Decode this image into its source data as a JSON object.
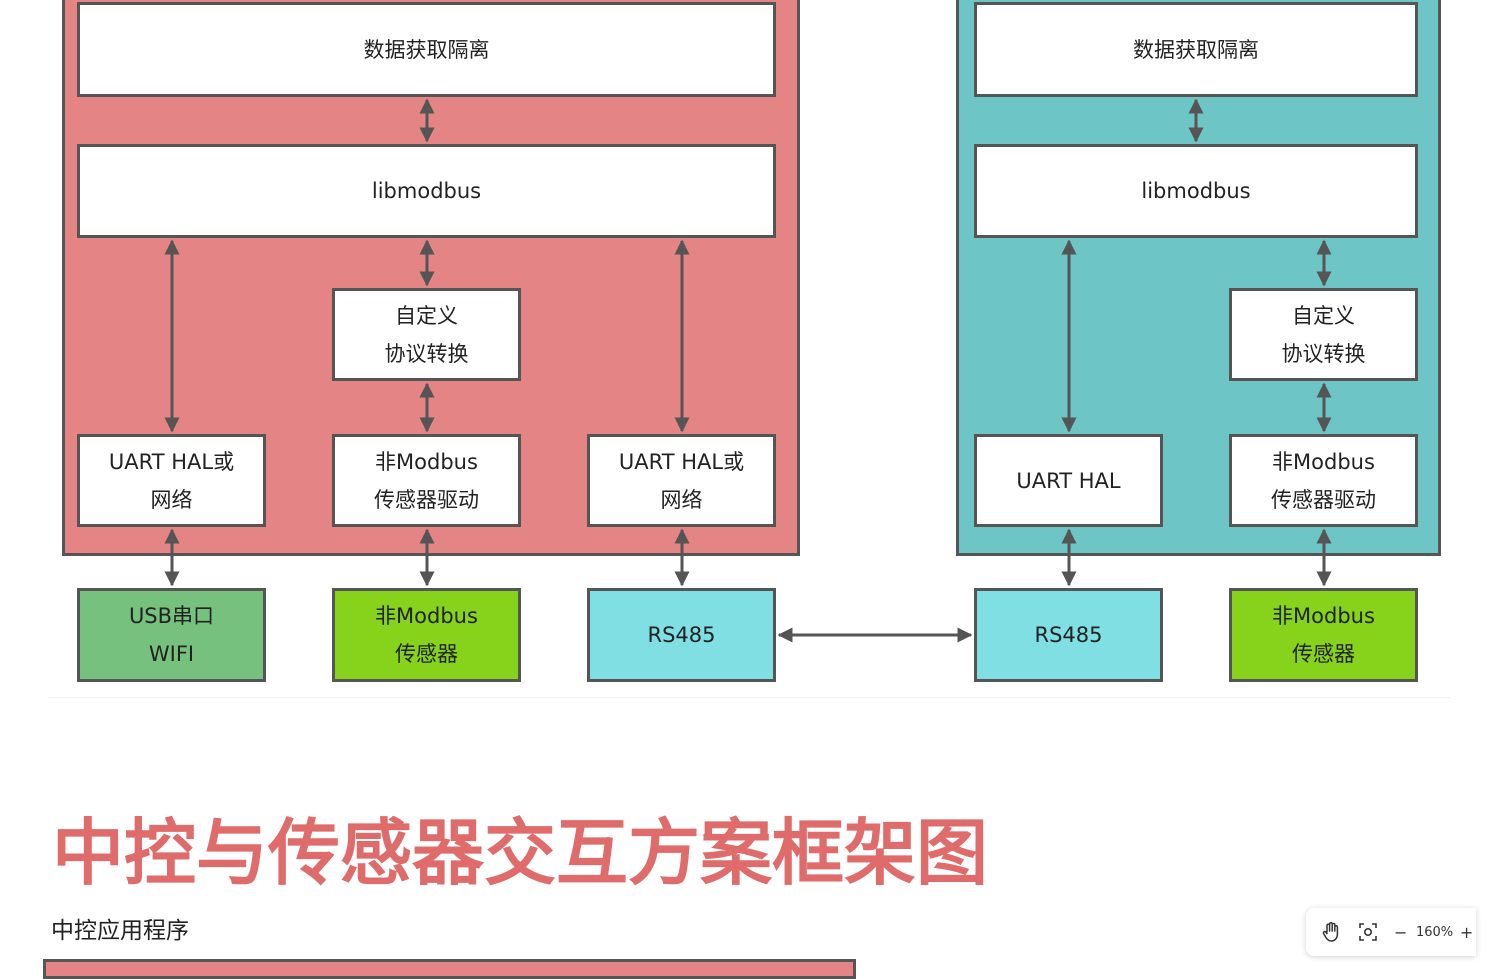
{
  "diagram": {
    "left": {
      "isolation_box": "数据获取隔离",
      "libmodbus_box": "libmodbus",
      "protocol_box": [
        "自定义",
        "协议转换"
      ],
      "uart_a": [
        "UART HAL或",
        "网络"
      ],
      "driver_box": [
        "非Modbus",
        "传感器驱动"
      ],
      "uart_b": [
        "UART HAL或",
        "网络"
      ]
    },
    "right": {
      "isolation_box": "数据获取隔离",
      "libmodbus_box": "libmodbus",
      "protocol_box": [
        "自定义",
        "协议转换"
      ],
      "uart": "UART HAL",
      "driver_box": [
        "非Modbus",
        "传感器驱动"
      ]
    },
    "devices": {
      "usb_wifi": [
        "USB串口",
        "WIFI"
      ],
      "sensor_left": [
        "非Modbus",
        "传感器"
      ],
      "rs485_left": "RS485",
      "rs485_right": "RS485",
      "sensor_right": [
        "非Modbus",
        "传感器"
      ]
    },
    "colors": {
      "left_region": "#e48484",
      "right_region": "#6ec5c5",
      "usb_wifi": "#76c17d",
      "sensor": "#87d21a",
      "rs485": "#7fdfe2"
    }
  },
  "page": {
    "title": "中控与传感器交互方案框架图",
    "section_label": "中控应用程序",
    "title_color": "#e06b6b"
  },
  "toolbar": {
    "hand_icon": "hand-icon",
    "fit_icon": "fit-screen-icon",
    "zoom_out": "−",
    "zoom_level": "160%",
    "zoom_in": "+"
  }
}
